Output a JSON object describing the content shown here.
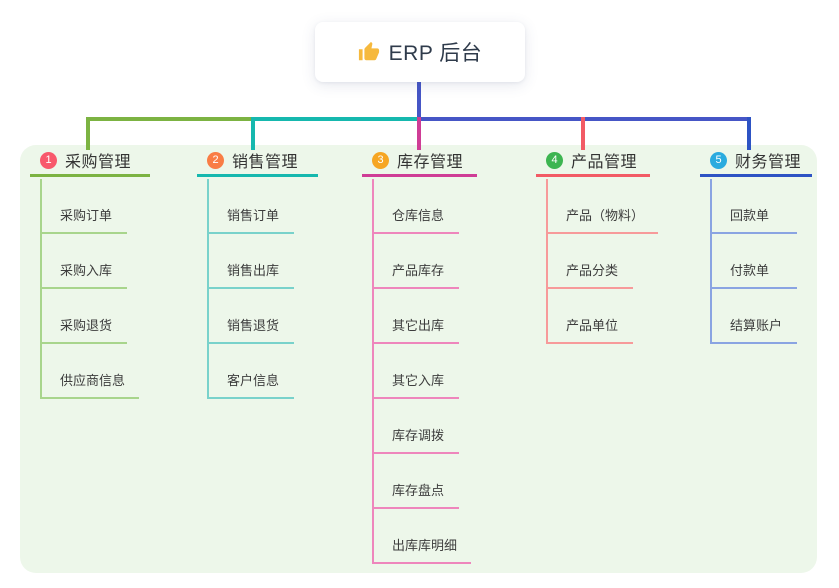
{
  "root": {
    "label": "ERP 后台",
    "icon": "thumbs-up-icon",
    "icon_color": "#F6B93D"
  },
  "branches": [
    {
      "index": "1",
      "title": "采购管理",
      "badge_color": "#F8596C",
      "line_color": "#7CB342",
      "child_line_color": "#A8D58C",
      "children": [
        "采购订单",
        "采购入库",
        "采购退货",
        "供应商信息"
      ]
    },
    {
      "index": "2",
      "title": "销售管理",
      "badge_color": "#F97D45",
      "line_color": "#16B8AE",
      "child_line_color": "#79D2CB",
      "children": [
        "销售订单",
        "销售出库",
        "销售退货",
        "客户信息"
      ]
    },
    {
      "index": "3",
      "title": "库存管理",
      "badge_color": "#F6A623",
      "line_color": "#CF3D96",
      "child_line_color": "#EE86BC",
      "children": [
        "仓库信息",
        "产品库存",
        "其它出库",
        "其它入库",
        "库存调拨",
        "库存盘点",
        "出库库明细"
      ]
    },
    {
      "index": "4",
      "title": "产品管理",
      "badge_color": "#3DB551",
      "line_color": "#F25B65",
      "child_line_color": "#F79A9A",
      "children": [
        "产品（物料）",
        "产品分类",
        "产品单位"
      ]
    },
    {
      "index": "5",
      "title": "财务管理",
      "badge_color": "#2AABDF",
      "line_color": "#2D53C4",
      "child_line_color": "#8AA4E2",
      "children": [
        "回款单",
        "付款单",
        "结算账户"
      ]
    }
  ],
  "colors": {
    "page_bg": "#FFFFFF",
    "panel_bg": "#EDF7EA",
    "root_line": "#4656C6",
    "title_text": "#333333",
    "child_text": "#3D3D3D"
  }
}
